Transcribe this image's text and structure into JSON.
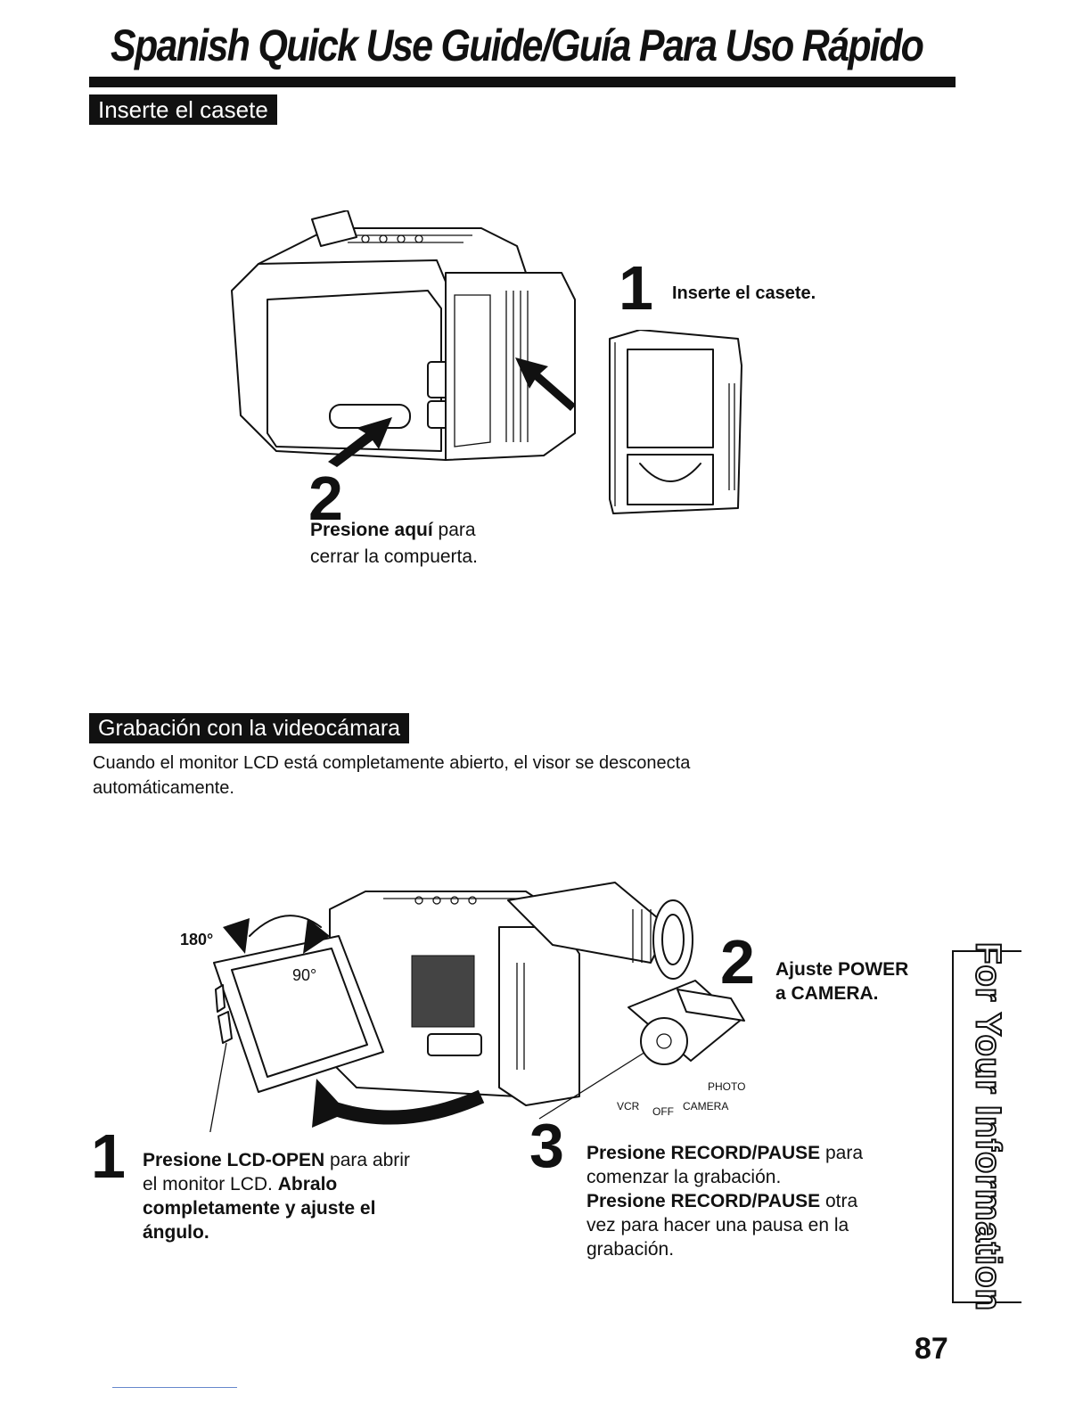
{
  "page": {
    "title": "Spanish Quick Use Guide/Guía Para Uso Rápido",
    "page_number": "87",
    "side_tab": "For Your Information"
  },
  "section1": {
    "heading": "Inserte el casete",
    "step1": {
      "number": "1",
      "text": "Inserte el casete."
    },
    "step2": {
      "number": "2",
      "bold": "Presione aquí",
      "text_a": " para",
      "text_b": "cerrar la compuerta."
    }
  },
  "section2": {
    "heading": "Grabación con la videocámara",
    "intro_line1": "Cuando el monitor LCD está completamente abierto, el visor se desconecta",
    "intro_line2": "automáticamente.",
    "angle_180": "180°",
    "angle_90": "90°",
    "dial": {
      "vcr": "VCR",
      "off": "OFF",
      "camera": "CAMERA",
      "photo": "PHOTO"
    },
    "step1": {
      "number": "1",
      "line1_bold": "Presione LCD-OPEN",
      "line1_rest": " para abrir",
      "line2_plain": "el monitor LCD. ",
      "line2_bold": "Abralo",
      "line3_bold": "completamente y ajuste el",
      "line4_bold": "ángulo."
    },
    "step2": {
      "number": "2",
      "line1": "Ajuste POWER",
      "line2": "a CAMERA."
    },
    "step3": {
      "number": "3",
      "line1_bold": "Presione RECORD/PAUSE",
      "line1_rest": " para",
      "line2": "comenzar la grabación.",
      "line3_bold": "Presione RECORD/PAUSE",
      "line3_rest": " otra",
      "line4": "vez para hacer una pausa en la",
      "line5": "grabación."
    }
  }
}
